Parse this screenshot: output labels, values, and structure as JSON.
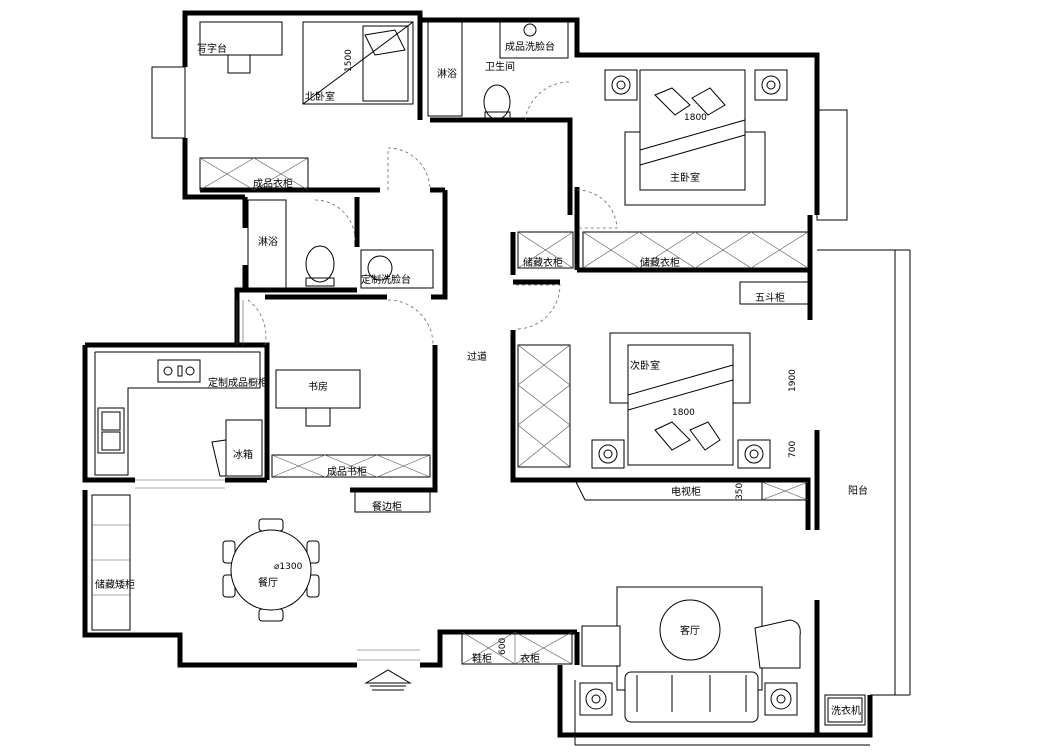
{
  "labels": {
    "desk": "写字台",
    "north_bedroom": "北卧室",
    "north_bed_width": "1500",
    "shower_top": "淋浴",
    "bathroom": "卫生间",
    "basin_top": "成品洗脸台",
    "wardrobe_north": "成品衣柜",
    "shower_mid": "淋浴",
    "basin_mid": "定制洗脸台",
    "master_bed_width": "1800",
    "master_bedroom": "主卧室",
    "storage_wardrobe_small": "储藏衣柜",
    "storage_wardrobe": "储藏衣柜",
    "five_drawer": "五斗柜",
    "corridor": "过道",
    "second_bedroom": "次卧室",
    "second_bed_width": "1800",
    "dim_1900": "1900",
    "dim_700": "700",
    "tv_cabinet": "电视柜",
    "dim_350": "350",
    "kitchen_cabinet": "定制成品橱柜",
    "fridge": "冰箱",
    "study": "书房",
    "bookcase": "成品书柜",
    "sideboard": "餐边柜",
    "balcony": "阳台",
    "table_dia": "⌀1300",
    "dining": "餐厅",
    "storage_cabinet": "储藏矮柜",
    "shoe_cabinet": "鞋柜",
    "dim_600": "600",
    "coat_cabinet": "衣柜",
    "living_room": "客厅",
    "washer": "洗衣机"
  }
}
